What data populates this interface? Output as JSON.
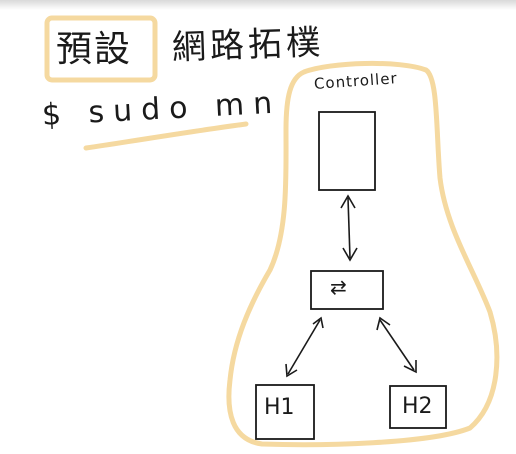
{
  "title": {
    "highlighted": "預設",
    "rest": "網路拓樸"
  },
  "command": "$ sudo mn",
  "nodes": {
    "controller": "Controller",
    "switch_glyph": "⇄",
    "host1": "H1",
    "host2": "H2"
  },
  "colors": {
    "ink": "#1a1a1a",
    "highlight": "#f5d9a0",
    "background": "#ffffff"
  }
}
